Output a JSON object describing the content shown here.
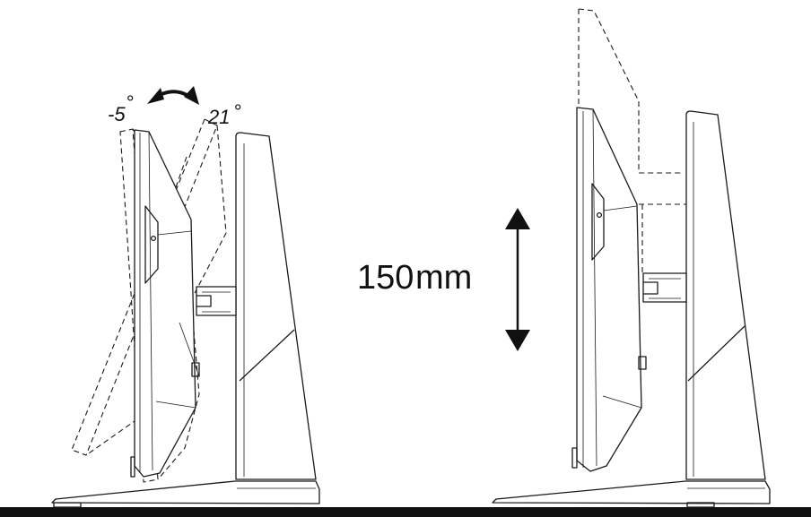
{
  "tilt": {
    "min_label": "-5",
    "max_label": "21",
    "degree_symbol": "°"
  },
  "height": {
    "value_label": "150",
    "unit_label": "mm"
  },
  "colors": {
    "line": "#1a1a1a",
    "floor": "#111111",
    "background": "#ffffff"
  }
}
